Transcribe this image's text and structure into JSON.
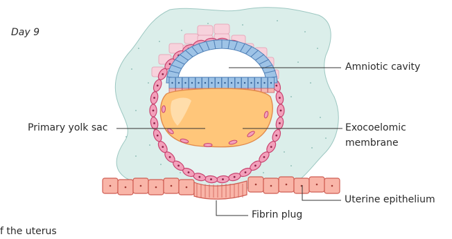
{
  "day_label": "Day 9",
  "labels": {
    "amniotic_cavity": "Amniotic cavity",
    "primary_yolk_sac": "Primary yolk sac",
    "exocoelomic_membrane_line1": "Exocoelomic",
    "exocoelomic_membrane_line2": "membrane",
    "uterine_epithelium": "Uterine epithelium",
    "fibrin_plug": "Fibrin plug",
    "uterus_partial": "f the uterus"
  },
  "colors": {
    "stroma": "#dbeeea",
    "stroma_outline": "#9cc7c1",
    "trophoblast_cell": "#f3a0bb",
    "trophoblast_outline": "#c8436f",
    "syncytio": "#f7d2dc",
    "epiblast": "#9ec3e6",
    "epiblast_outline": "#4f7fb6",
    "hypoblast": "#f6b7b0",
    "yolk_sac": "#ffc67a",
    "yolk_outline": "#e28a4c",
    "amnion_cavity": "#ffffff",
    "epithelium": "#f9b5a8",
    "epithelium_outline": "#cf5c52",
    "leader_line": "#333333"
  }
}
